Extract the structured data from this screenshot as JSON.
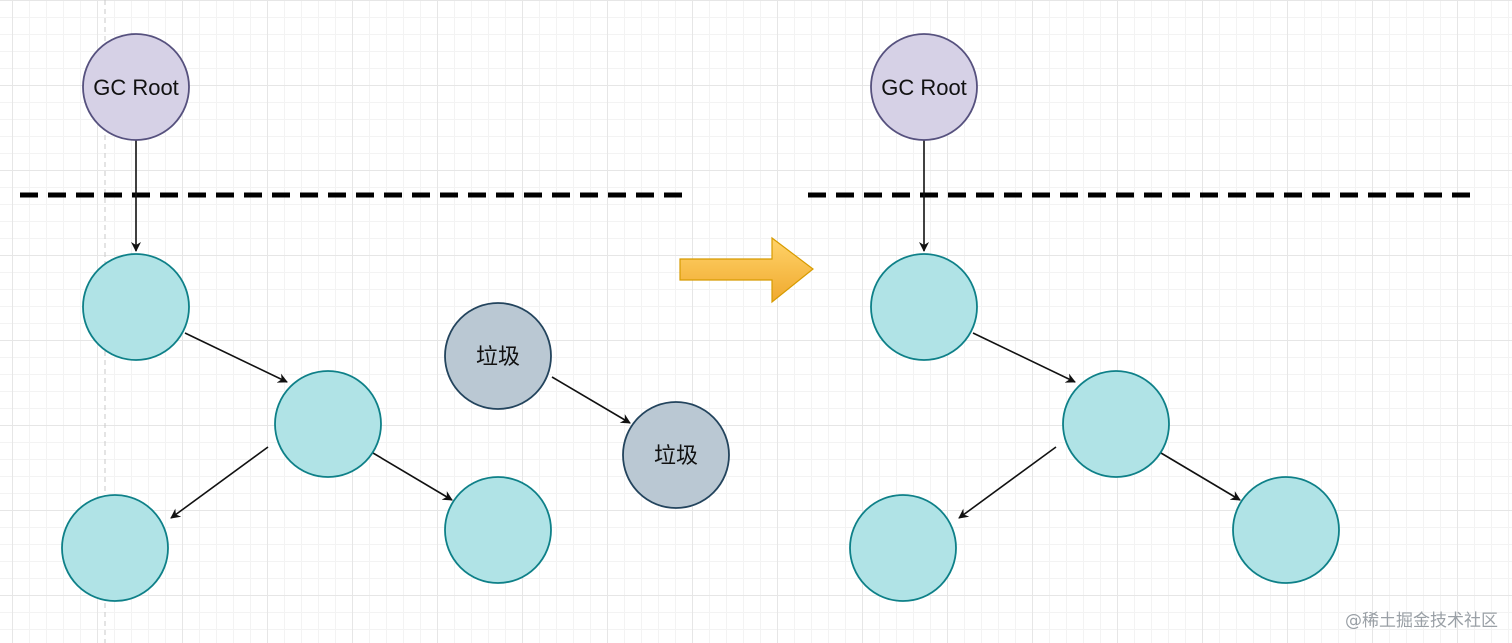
{
  "labels": {
    "gc_root": "GC Root",
    "garbage": "垃圾"
  },
  "watermark": "@稀土掘金技术社区",
  "colors": {
    "root_fill": "#d6d1e6",
    "root_stroke": "#56517e",
    "live_fill": "#b0e3e6",
    "live_stroke": "#0e8088",
    "garbage_fill": "#bac8d3",
    "garbage_stroke": "#23445d",
    "arrow_fill": "#f5b944",
    "arrow_stroke": "#d79b00",
    "edge": "#111111"
  }
}
